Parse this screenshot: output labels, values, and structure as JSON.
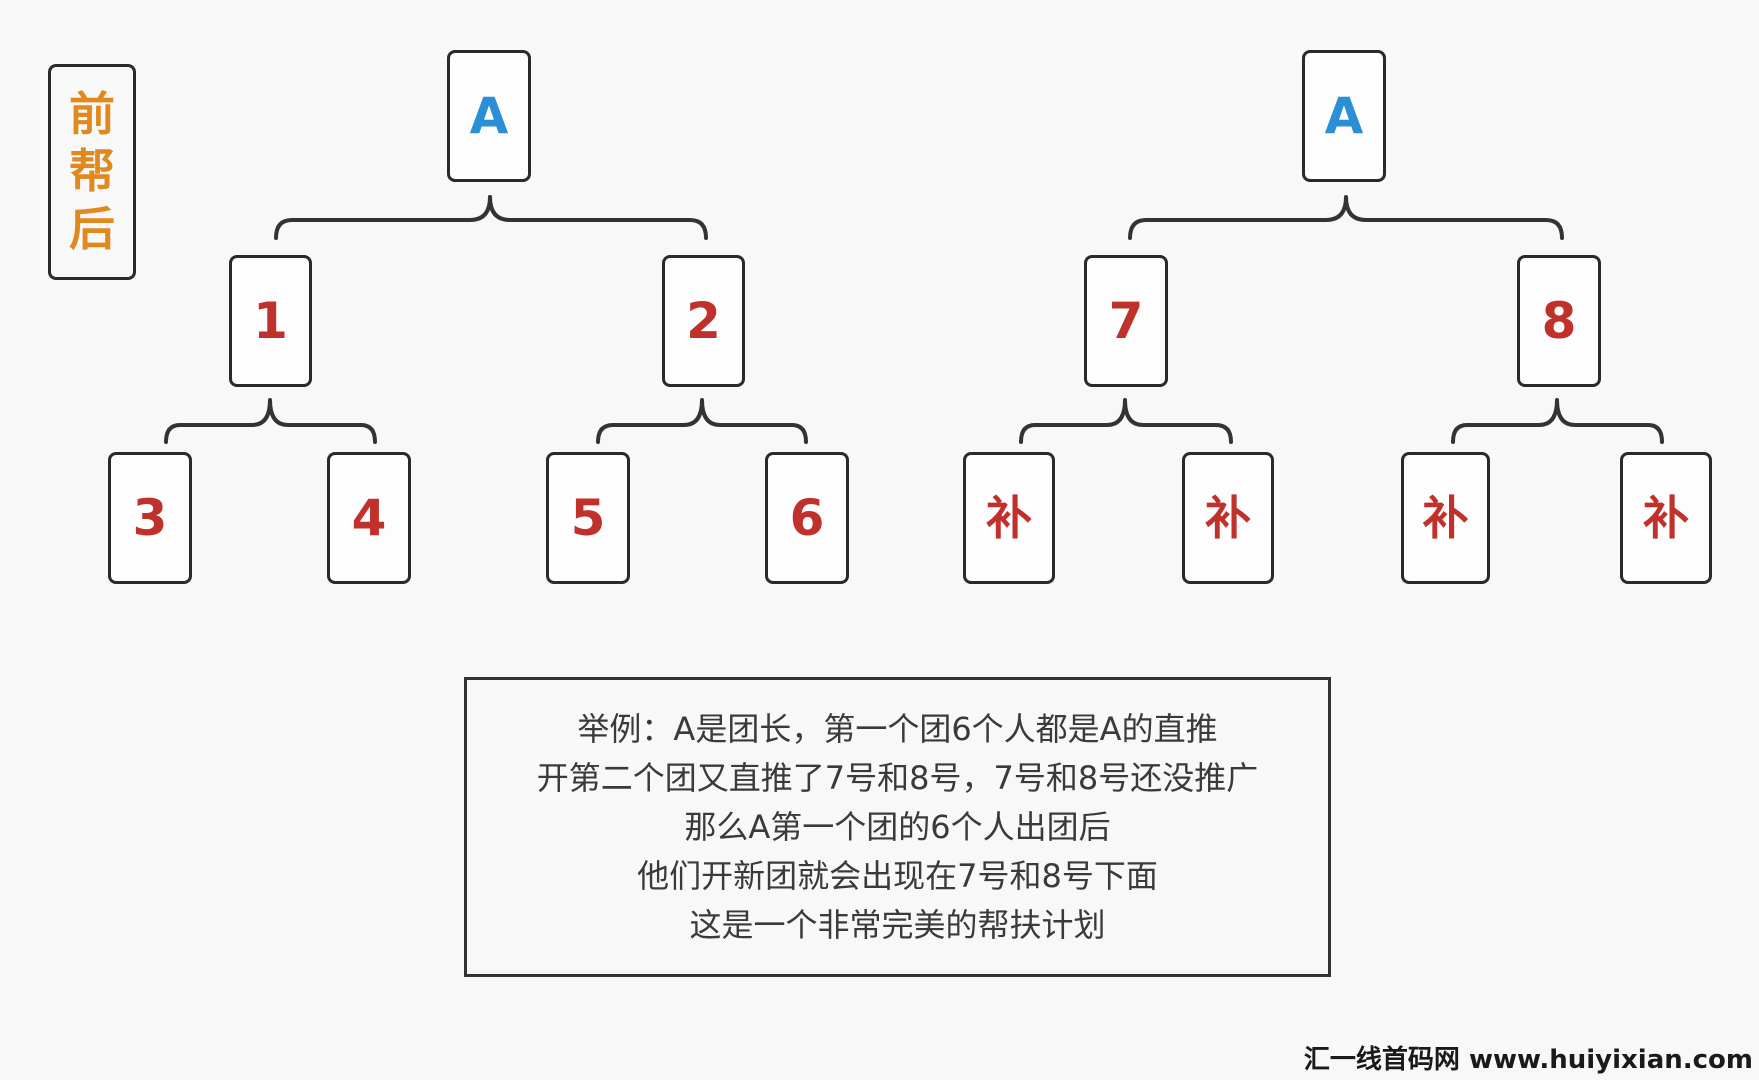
{
  "label": {
    "chars": [
      "前",
      "帮",
      "后"
    ],
    "color": "#e08a1e"
  },
  "trees": [
    {
      "root": "A",
      "children": [
        {
          "label": "1",
          "children": [
            "3",
            "4"
          ]
        },
        {
          "label": "2",
          "children": [
            "5",
            "6"
          ]
        }
      ]
    },
    {
      "root": "A",
      "children": [
        {
          "label": "7",
          "children": [
            "补",
            "补"
          ]
        },
        {
          "label": "8",
          "children": [
            "补",
            "补"
          ]
        }
      ]
    }
  ],
  "note": {
    "lines": [
      "举例：A是团长，第一个团6个人都是A的直推",
      "开第二个团又直推了7号和8号，7号和8号还没推广",
      "那么A第一个团的6个人出团后",
      "他们开新团就会出现在7号和8号下面",
      "这是一个非常完美的帮扶计划"
    ]
  },
  "watermark": "汇一线首码网 www.huiyixian.com",
  "colors": {
    "root": "#2b8fd8",
    "node": "#c0312b",
    "border": "#2a2a2a"
  }
}
